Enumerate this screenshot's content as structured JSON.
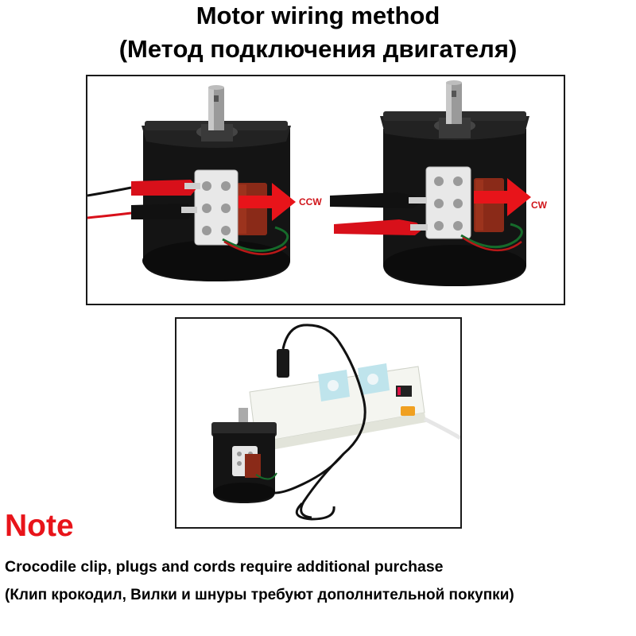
{
  "title": {
    "en": "Motor wiring method",
    "ru": "(Метод подключения двигателя)"
  },
  "panels": {
    "ccw_label": "CCW",
    "cw_label": "CW"
  },
  "note": {
    "heading": "Note",
    "line_en": "Crocodile clip, plugs and cords require additional purchase",
    "line_ru": "(Клип крокодил, Вилки и шнуры требуют дополнительной покупки)"
  },
  "colors": {
    "title": "#000000",
    "note_heading": "#e8141a",
    "arrow": "#e8141a",
    "wire_red": "#d8101a",
    "wire_black": "#111111",
    "motor_body": "#141414"
  }
}
